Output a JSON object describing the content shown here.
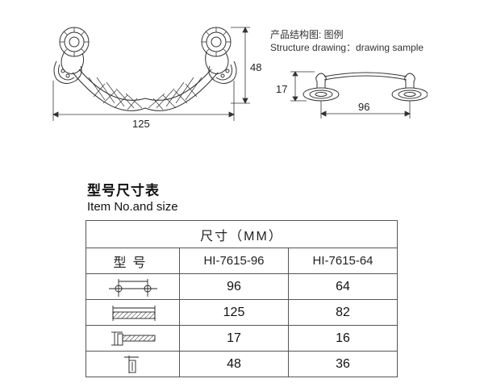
{
  "drawing": {
    "caption_cn": "产品结构图: 图例",
    "caption_en": "Structure drawing：drawing sample",
    "front_width_label": "125",
    "front_height_label": "48",
    "side_height_label": "17",
    "side_hole_label": "96"
  },
  "size_table": {
    "title_cn": "型号尺寸表",
    "title_en": "Item No.and size",
    "unit_header": "尺寸（MM）",
    "model_label": "型号",
    "models": [
      "HI-7615-96",
      "HI-7615-64"
    ],
    "rows": [
      {
        "icon": "hole-distance-icon",
        "values": [
          "96",
          "64"
        ]
      },
      {
        "icon": "overall-length-icon",
        "values": [
          "125",
          "82"
        ]
      },
      {
        "icon": "projection-height-icon",
        "values": [
          "17",
          "16"
        ]
      },
      {
        "icon": "ring-height-icon",
        "values": [
          "48",
          "36"
        ]
      }
    ]
  }
}
